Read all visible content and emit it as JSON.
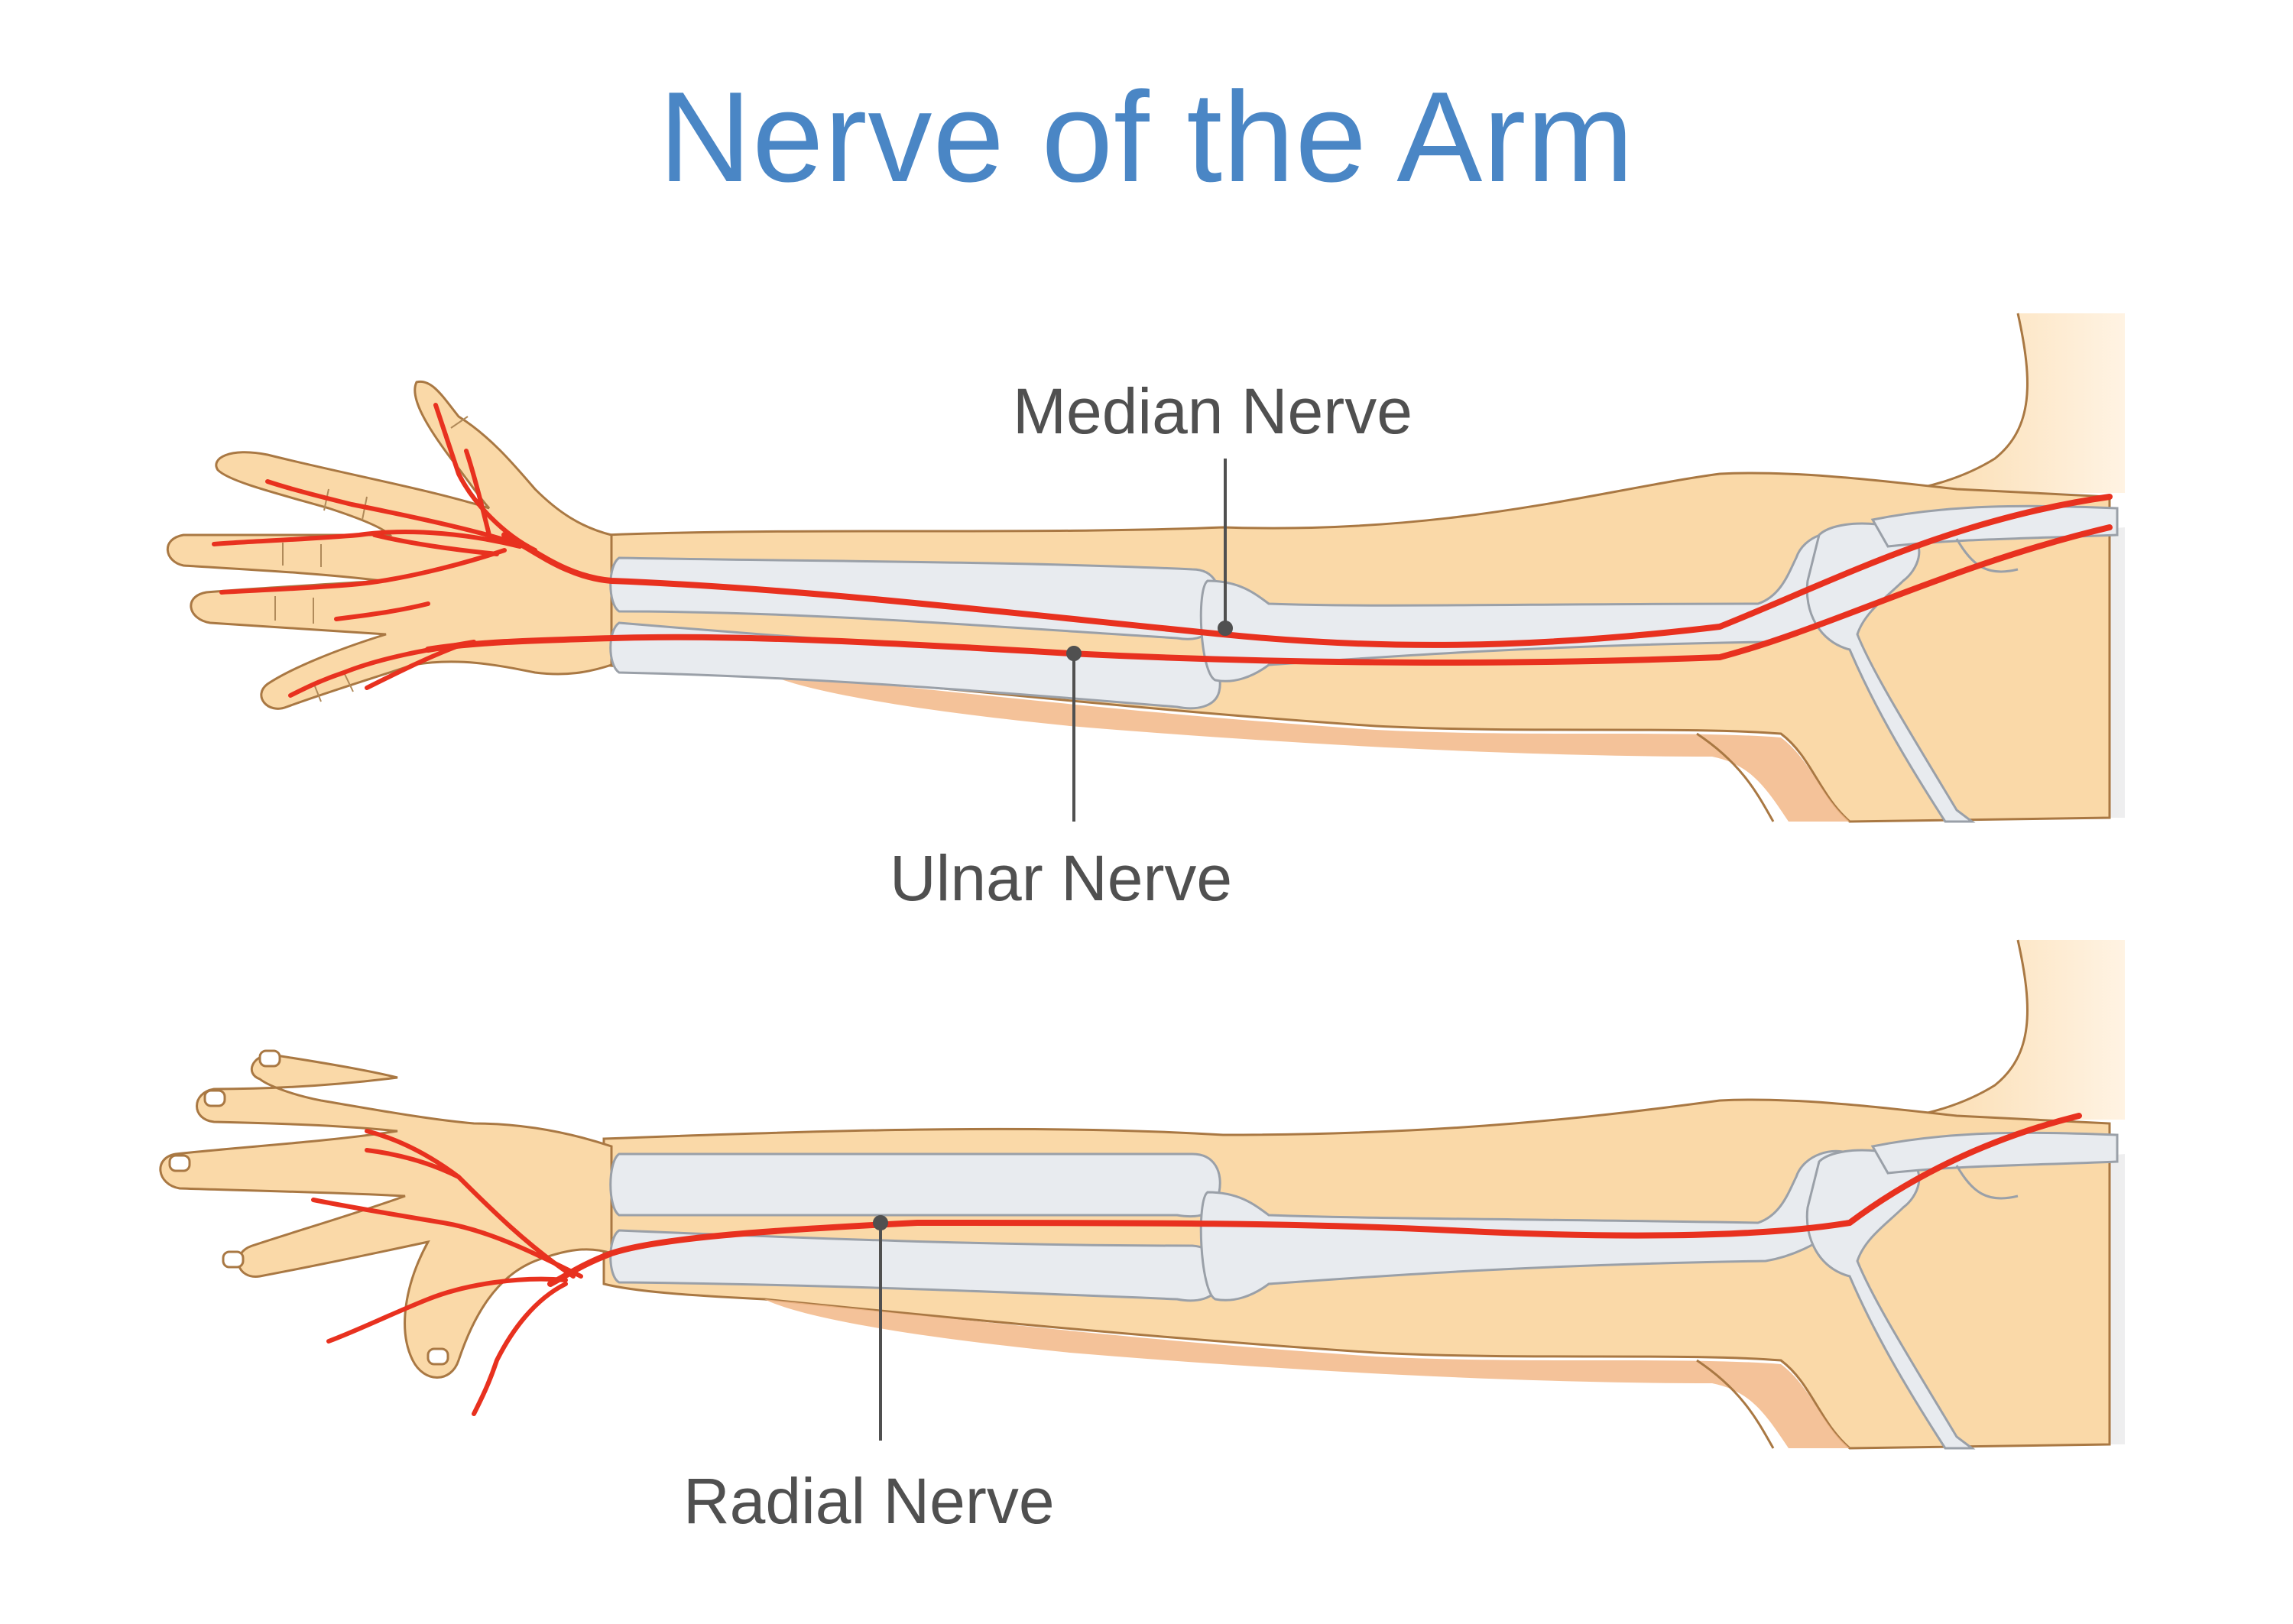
{
  "title": "Nerve of the Arm",
  "labels": {
    "median": "Median Nerve",
    "ulnar": "Ulnar Nerve",
    "radial": "Radial Nerve"
  },
  "colors": {
    "title": "#4a86c5",
    "label": "#505050",
    "skin": "#fad9a8",
    "skin_shadow": "#f2b787",
    "skin_outline": "#a97843",
    "bone": "#e8ebef",
    "bone_outline": "#9aa0a8",
    "torso": "#d6d7d9",
    "nerve": "#e8311f"
  }
}
